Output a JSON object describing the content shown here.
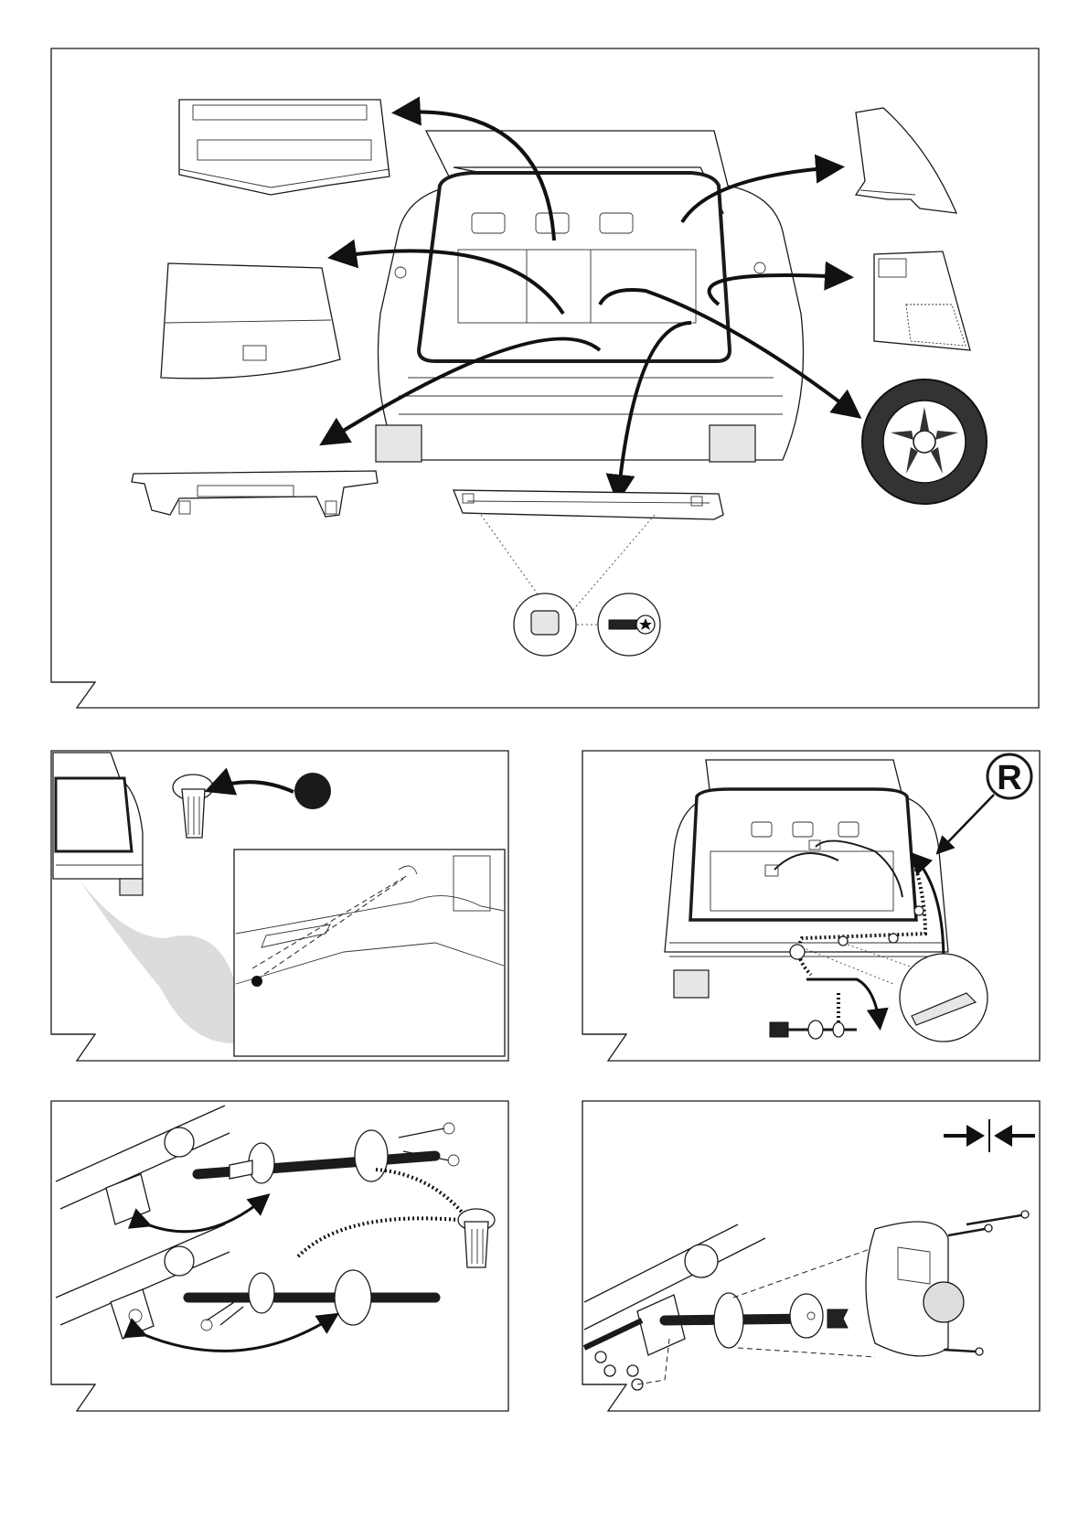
{
  "panels": [
    {
      "id": "step-1",
      "name": "panel-remove-trim-parts"
    },
    {
      "id": "step-2",
      "name": "panel-remove-plug"
    },
    {
      "id": "step-3",
      "name": "panel-route-harness"
    },
    {
      "id": "step-4",
      "name": "panel-mount-grommets"
    },
    {
      "id": "step-5",
      "name": "panel-mount-socket"
    }
  ],
  "route_marker": {
    "label": "R"
  },
  "colors": {
    "line": "#1a1a1a",
    "background": "#ffffff",
    "fill_grey": "#e6e6e6",
    "tire": "#333333"
  }
}
